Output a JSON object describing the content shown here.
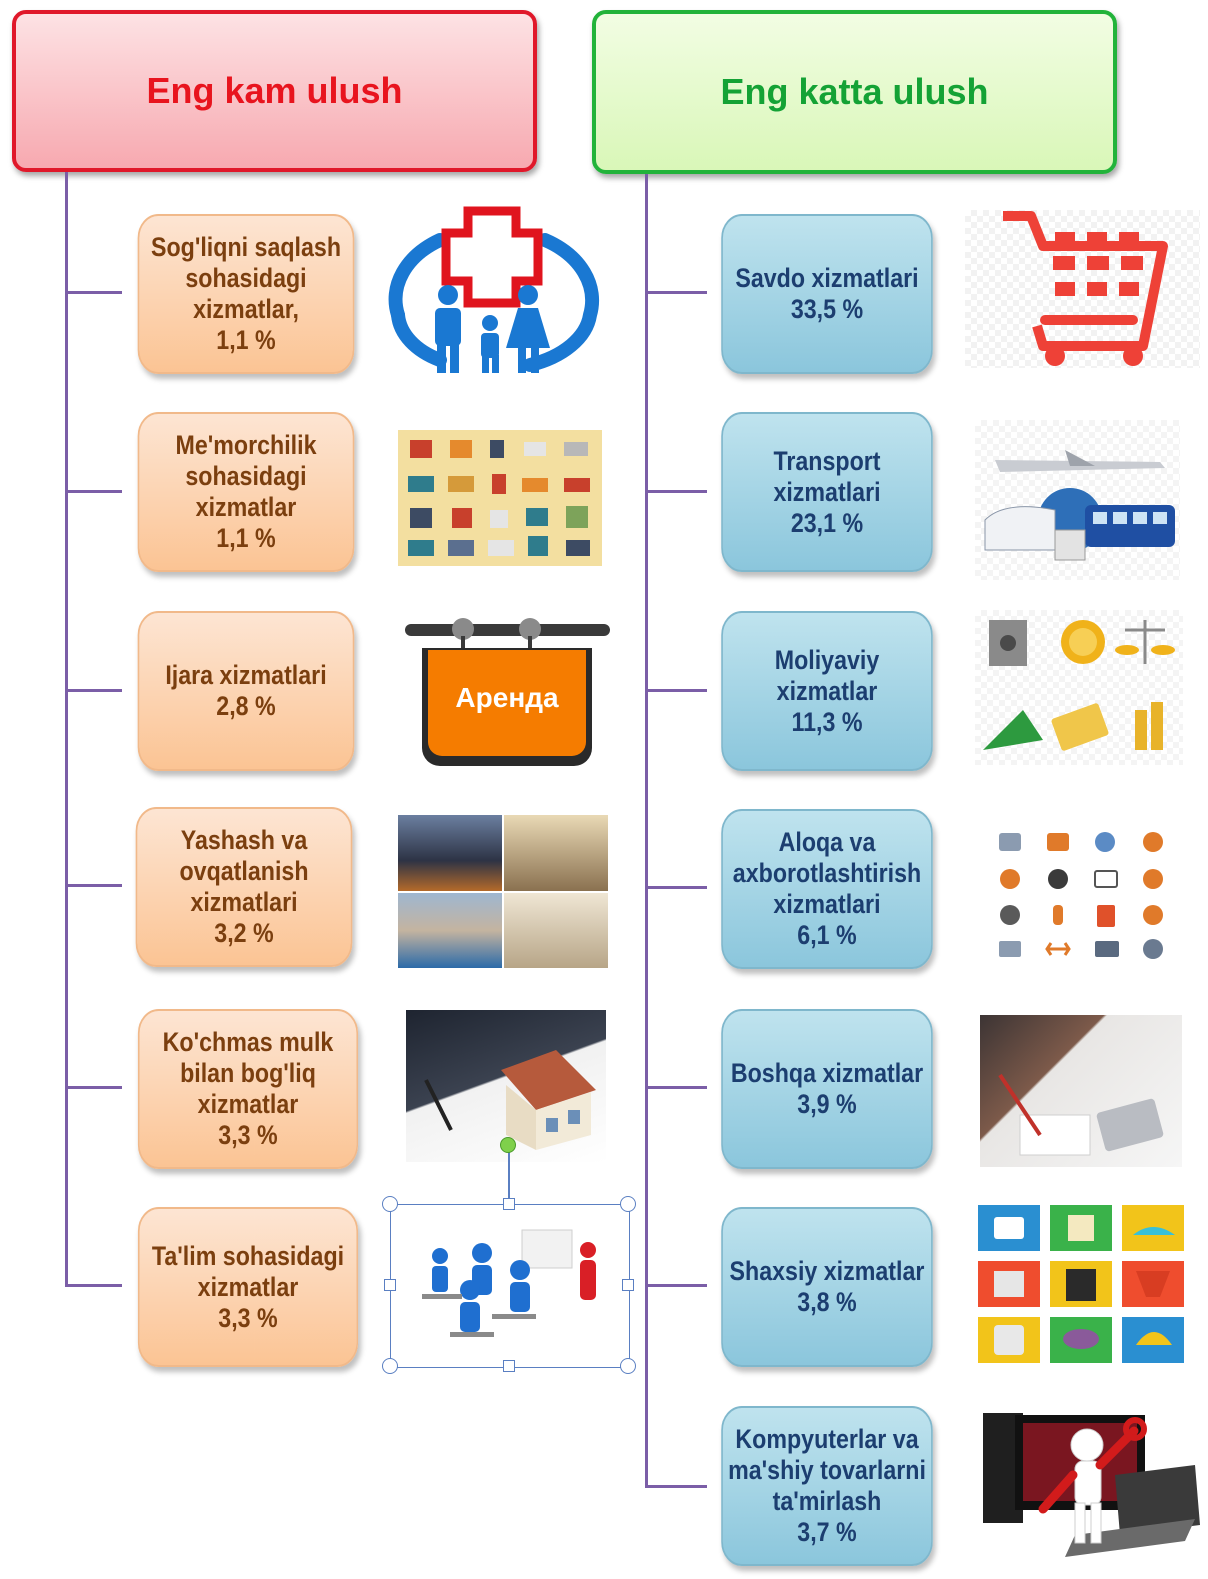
{
  "headers": {
    "left": "Eng kam ulush",
    "right": "Eng katta ulush"
  },
  "left_items": [
    {
      "text": "Sog'liqni saqlash\nsohasidagi\nxizmatlar,\n1,1 %",
      "icon": "family-health-icon"
    },
    {
      "text": "Me'morchilik\nsohasidagi\nxizmatlar\n1,1 %",
      "icon": "architecture-icons-grid"
    },
    {
      "text": "Ijara xizmatlari\n2,8 %",
      "icon": "rent-sign-icon"
    },
    {
      "text": "Yashash va\novqatlanish\nxizmatlari\n3,2 %",
      "icon": "hotel-photos"
    },
    {
      "text": "Ko'chmas mulk\nbilan bog'liq\nxizmatlar\n3,3 %",
      "icon": "real-estate-photo"
    },
    {
      "text": "Ta'lim sohasidagi\nxizmatlar\n3,3 %",
      "icon": "classroom-icon"
    }
  ],
  "right_items": [
    {
      "text": "Savdo xizmatlari\n33,5 %",
      "icon": "shopping-cart-icon"
    },
    {
      "text": "Transport\nxizmatlari\n23,1 %",
      "icon": "transport-icon"
    },
    {
      "text": "Moliyaviy\nxizmatlar\n11,3 %",
      "icon": "finance-icons"
    },
    {
      "text": "Aloqa va\naxborotlashtirish\nxizmatlari\n6,1 %",
      "icon": "communication-icons"
    },
    {
      "text": "Boshqa xizmatlar\n3,9 %",
      "icon": "office-work-photo"
    },
    {
      "text": "Shaxsiy xizmatlar\n3,8 %",
      "icon": "personal-services-icons"
    },
    {
      "text": "Kompyuterlar va\nma'shiy tovarlarni\nta'mirlash\n3,7 %",
      "icon": "computer-repair-icon"
    }
  ],
  "sign_text": "Аренда",
  "colors": {
    "left_header_border": "#e0182a",
    "right_header_border": "#22b33a",
    "connector": "#7b5ea7",
    "left_box": "#fbc494",
    "right_box": "#8bc6dc"
  }
}
